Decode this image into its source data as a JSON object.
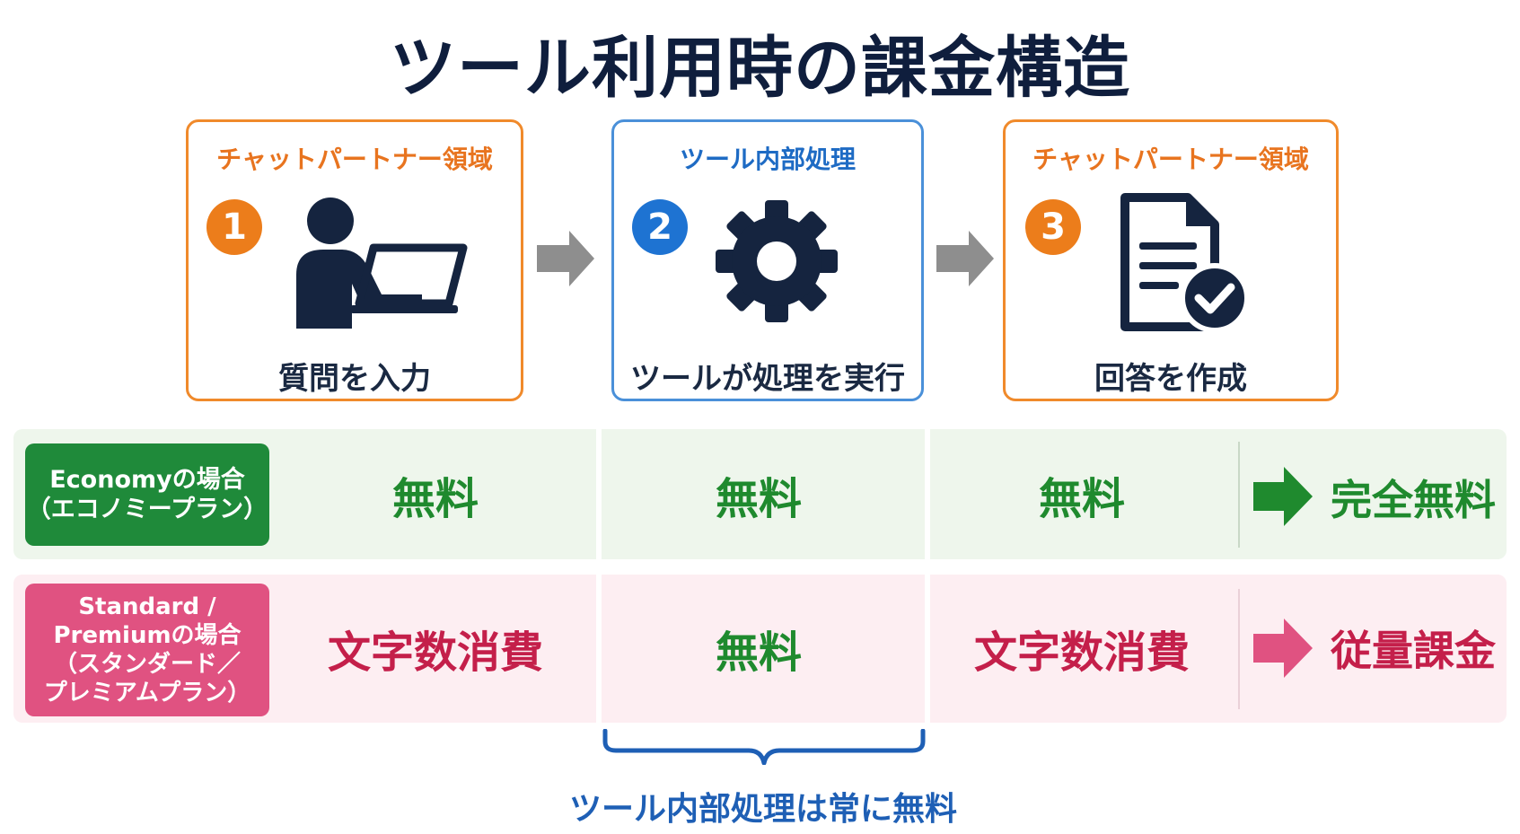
{
  "title": "ツール利用時の課金構造",
  "steps": [
    {
      "label": "チャットパートナー領域",
      "number": "1",
      "caption": "質問を入力",
      "icon": "person-laptop-icon",
      "color": "#ec7d1b"
    },
    {
      "label": "ツール内部処理",
      "number": "2",
      "caption": "ツールが処理を実行",
      "icon": "gear-icon",
      "color": "#1e73d2"
    },
    {
      "label": "チャットパートナー領域",
      "number": "3",
      "caption": "回答を作成",
      "icon": "document-check-icon",
      "color": "#ec7d1b"
    }
  ],
  "rows": {
    "economy": {
      "label_line1": "Economyの場合",
      "label_line2": "（エコノミープラン）",
      "cells": [
        "無料",
        "無料",
        "無料"
      ],
      "result": "完全無料",
      "color": "#1f8a3a"
    },
    "standard": {
      "label_line1": "Standard /",
      "label_line2": "Premiumの場合",
      "label_line3": "（スタンダード／",
      "label_line4": "プレミアムプラン）",
      "cells": [
        "文字数消費",
        "無料",
        "文字数消費"
      ],
      "result": "従量課金",
      "color": "#e05281"
    }
  },
  "footnote": "ツール内部処理は常に無料"
}
